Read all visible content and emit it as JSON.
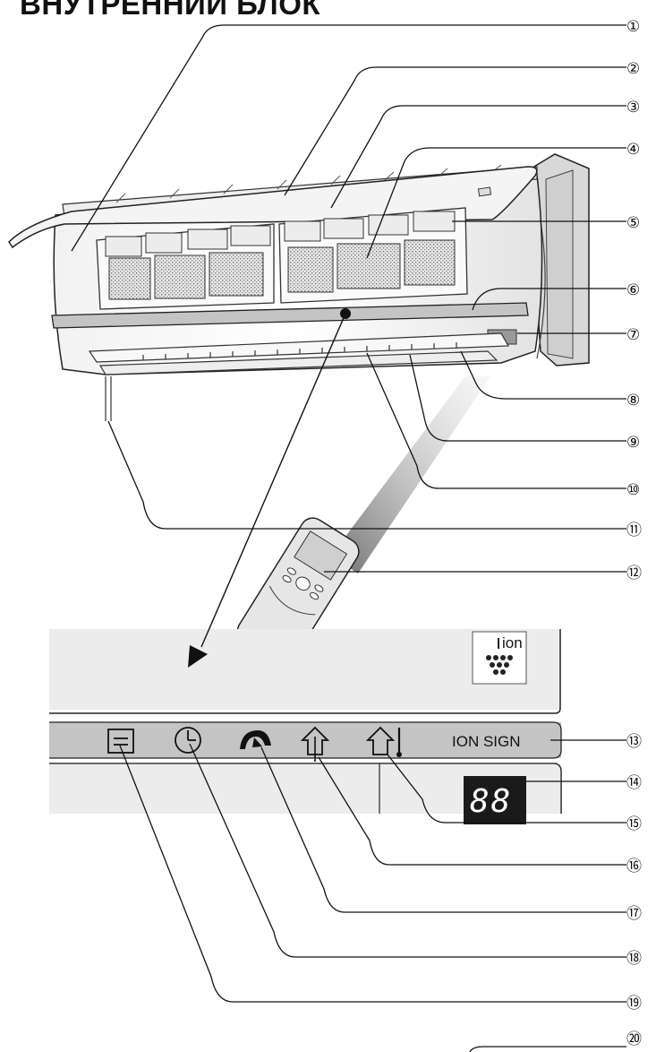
{
  "title": "ВНУТРЕННИЙ БЛОК",
  "callouts": [
    "①",
    "②",
    "③",
    "④",
    "⑤",
    "⑥",
    "⑦",
    "⑧",
    "⑨",
    "⑩",
    "⑪",
    "⑫",
    "⑬",
    "⑭",
    "⑮",
    "⑯",
    "⑰",
    "⑱",
    "⑲",
    "⑳"
  ],
  "display_panel": {
    "ion_sign_label": "ION SIGN",
    "ion_logo_text": "ion",
    "segment_display": "88",
    "indicator_icons": [
      "filter-icon",
      "timer-icon",
      "operation-icon",
      "ion-mode-icon",
      "home-temp-icon"
    ]
  }
}
